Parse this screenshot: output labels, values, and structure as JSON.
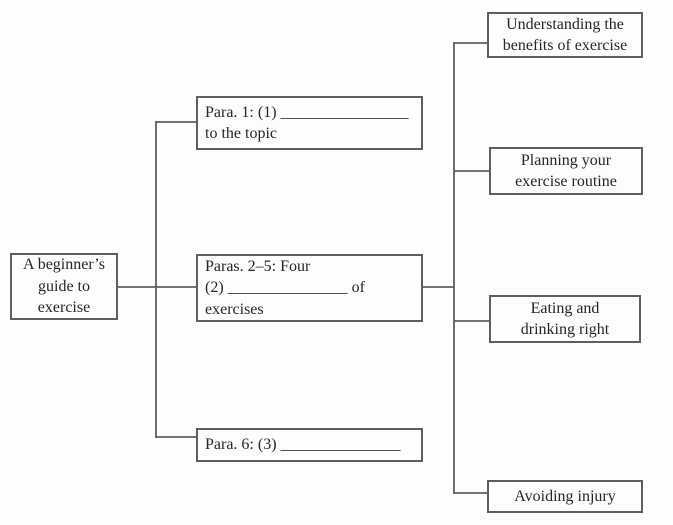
{
  "nodes": {
    "root": {
      "lines": [
        "A beginner’s",
        "guide to",
        "exercise"
      ]
    },
    "mid": [
      {
        "lines": [
          "Para. 1: (1) ________________",
          "to the topic"
        ]
      },
      {
        "lines": [
          "Paras. 2–5: Four",
          "(2) _______________ of",
          "exercises"
        ]
      },
      {
        "lines": [
          "Para. 6: (3) _______________"
        ]
      }
    ],
    "right": [
      {
        "lines": [
          "Understanding the",
          "benefits of exercise"
        ]
      },
      {
        "lines": [
          "Planning your",
          "exercise routine"
        ]
      },
      {
        "lines": [
          "Eating and",
          "drinking right"
        ]
      },
      {
        "lines": [
          "Avoiding injury"
        ]
      }
    ]
  },
  "colors": {
    "line": "#5c6065",
    "text": "#262626",
    "background": "#fdfdfc"
  }
}
